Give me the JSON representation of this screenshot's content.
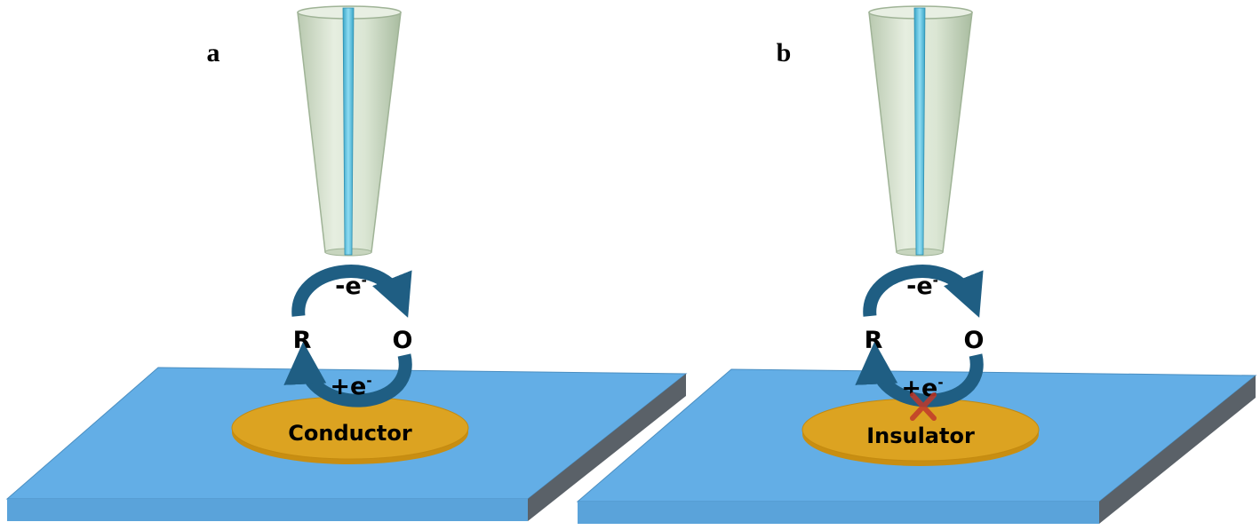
{
  "panels": [
    {
      "letter": "a",
      "oxidation_label": "-e",
      "reduction_label": "+e",
      "electron_superscript": "-",
      "reduced_species": "R",
      "oxidized_species": "O",
      "sample_label": "Conductor",
      "blocked": false
    },
    {
      "letter": "b",
      "oxidation_label": "-e",
      "reduction_label": "+e",
      "electron_superscript": "-",
      "reduced_species": "R",
      "oxidized_species": "O",
      "sample_label": "Insulator",
      "blocked": true
    }
  ],
  "colors": {
    "substrate_top": "#63aee6",
    "substrate_front": "#4f90c6",
    "substrate_side": "#5a6168",
    "sample_top": "#dca321",
    "sample_edge": "#c88e12",
    "tip_glass": "#d6e2cf",
    "tip_glass_edge": "#9fb396",
    "tip_channel": "#5cc4e2",
    "arrow": "#1f5e83",
    "block_mark": "#c0392b"
  }
}
